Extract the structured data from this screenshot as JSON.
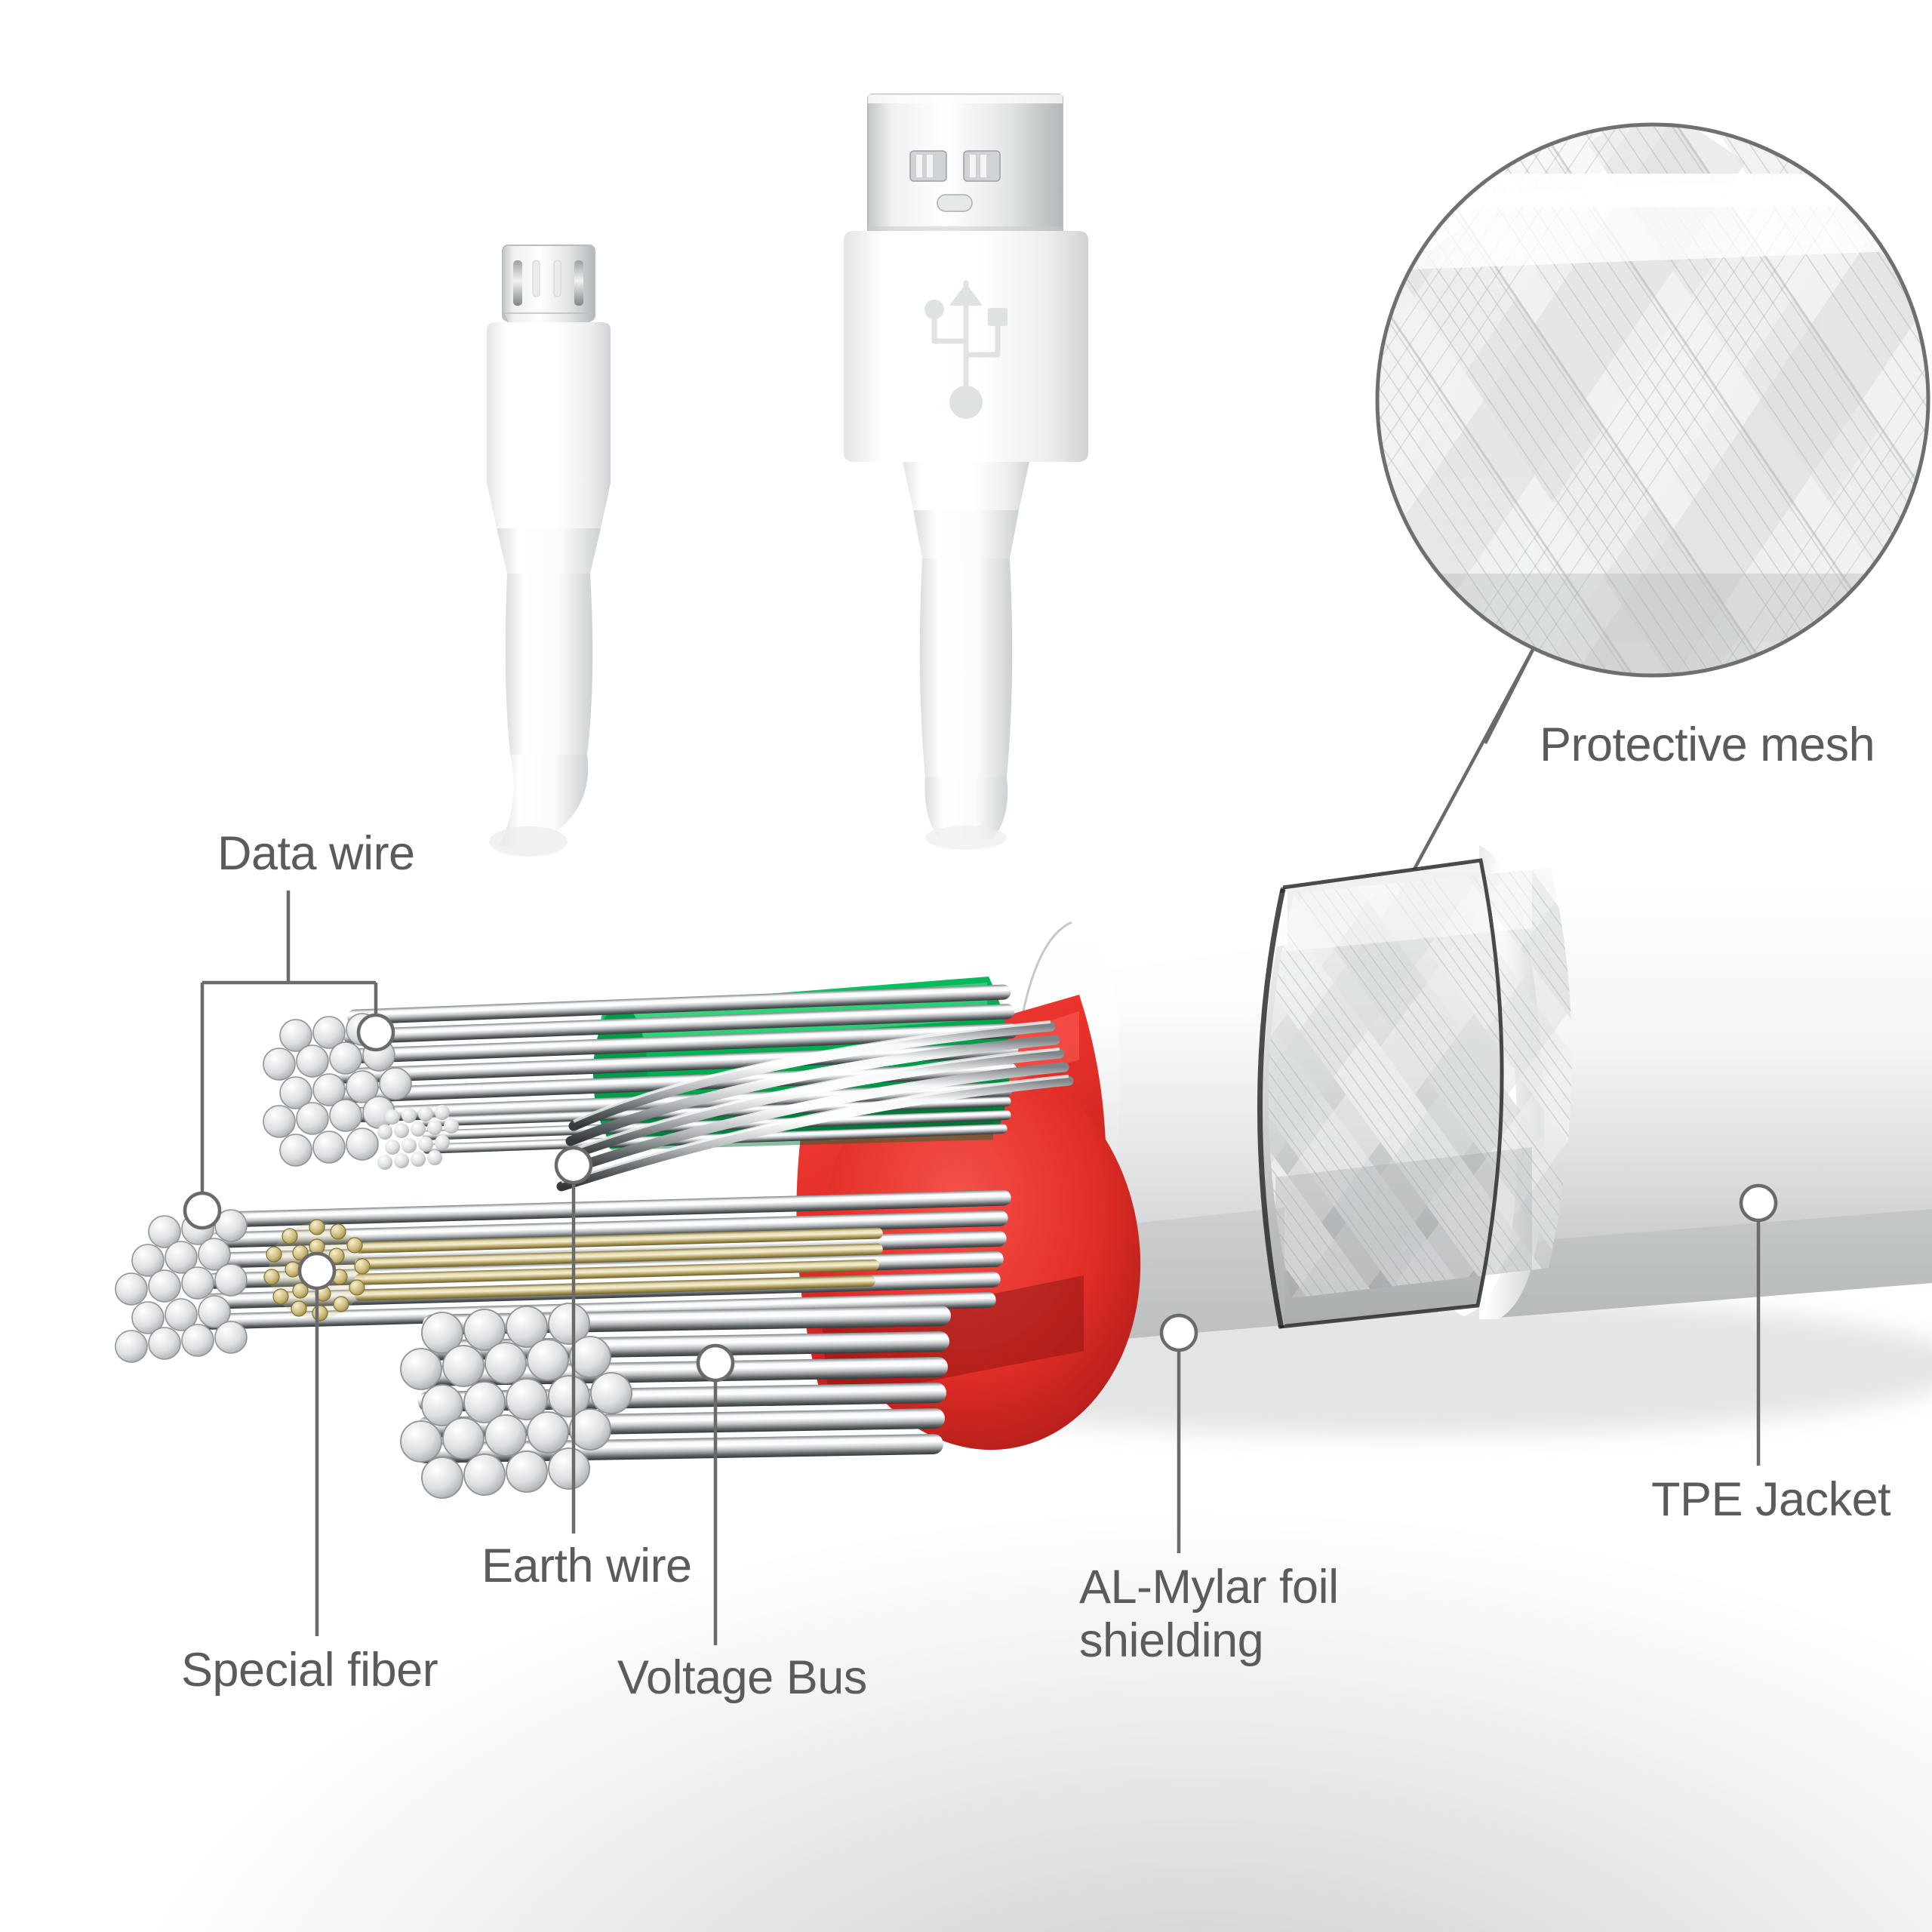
{
  "diagram": {
    "title": "USB to Micro-USB cable cutaway construction diagram",
    "background_color": "#ffffff",
    "label_color": "#5b5b5b",
    "leader_color": "#6a6a6a"
  },
  "connectors": [
    {
      "name": "micro-usb-connector",
      "type": "Micro USB",
      "body_color": "#ffffff",
      "contact_color": "#d7d9da"
    },
    {
      "name": "usb-a-connector",
      "type": "USB Type-A",
      "body_color": "#ffffff",
      "shell_color": "#d9dbdc",
      "logo": "usb-trident-icon"
    }
  ],
  "magnifier": {
    "name": "protective-mesh-magnifier",
    "label": "Protective mesh",
    "shape": "circle",
    "outline_color": "#6f6f6f",
    "content": "braided woven mesh"
  },
  "labels": [
    {
      "id": "data_wire",
      "text": "Data wire",
      "leader": "fork"
    },
    {
      "id": "special_fiber",
      "text": "Special fiber",
      "leader": "line"
    },
    {
      "id": "earth_wire",
      "text": "Earth wire",
      "leader": "line"
    },
    {
      "id": "voltage_bus",
      "text": "Voltage Bus",
      "leader": "line"
    },
    {
      "id": "al_mylar",
      "text": "AL-Mylar foil\nshielding",
      "leader": "line"
    },
    {
      "id": "tpe_jacket",
      "text": "TPE Jacket",
      "leader": "line"
    },
    {
      "id": "protective_mesh",
      "text": "Protective mesh",
      "leader": "diagonal"
    }
  ],
  "layers": {
    "green_sheath": {
      "name": "Data wire insulation",
      "color": "#00b455"
    },
    "red_sheath": {
      "name": "Voltage Bus insulation",
      "color": "#e8302a"
    },
    "copper_strands": {
      "name": "tinned copper strands",
      "color": "#c9cdd0"
    },
    "fiber_strands": {
      "name": "special fiber strands",
      "color": "#c8b472"
    },
    "foil": {
      "name": "AL-Mylar foil shielding",
      "color": "#d8dadb"
    },
    "mesh": {
      "name": "protective braided mesh",
      "color": "#cfd2d3"
    },
    "jacket": {
      "name": "TPE Jacket",
      "color": "#fbfbfb"
    }
  }
}
